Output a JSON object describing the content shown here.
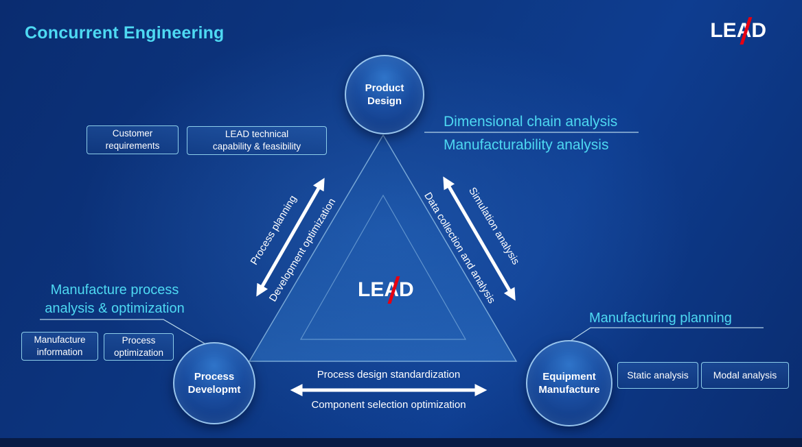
{
  "colors": {
    "accent": "#4ed9f2",
    "brand-red": "#e60012",
    "bg-top": "#0a2c70",
    "bg-mid": "#0e3d90",
    "bottom-strip": "#081b45",
    "arrow": "#ffffff",
    "box-border": "#8ed2ec"
  },
  "header": {
    "title": "Concurrent Engineering",
    "logo": {
      "le": "LE",
      "a": "A",
      "d": "D"
    }
  },
  "center_logo": {
    "le": "LE",
    "a": "A",
    "d": "D"
  },
  "nodes": {
    "product_design": "Product\nDesign",
    "process_development": "Process\nDevelopmt",
    "equipment_manufacture": "Equipment\nManufacture"
  },
  "edge_labels": {
    "process_planning": "Process planning",
    "development_optimization": "Development optimization",
    "simulation_analysis": "Simulation analysis",
    "data_collection": "Data collection and analysis",
    "process_design_standardization": "Process design standardization",
    "component_selection_optimization": "Component selection optimization"
  },
  "callouts": {
    "customer_requirements": "Customer\nrequirements",
    "lead_capability": "LEAD technical\ncapability & feasibility",
    "dimensional_chain": "Dimensional chain analysis",
    "manufacturability": "Manufacturability analysis",
    "manufacture_process": "Manufacture process\nanalysis & optimization",
    "manufacture_information": "Manufacture\ninformation",
    "process_optimization": "Process\noptimization",
    "manufacturing_planning": "Manufacturing planning",
    "static_analysis": "Static analysis",
    "modal_analysis": "Modal analysis"
  }
}
